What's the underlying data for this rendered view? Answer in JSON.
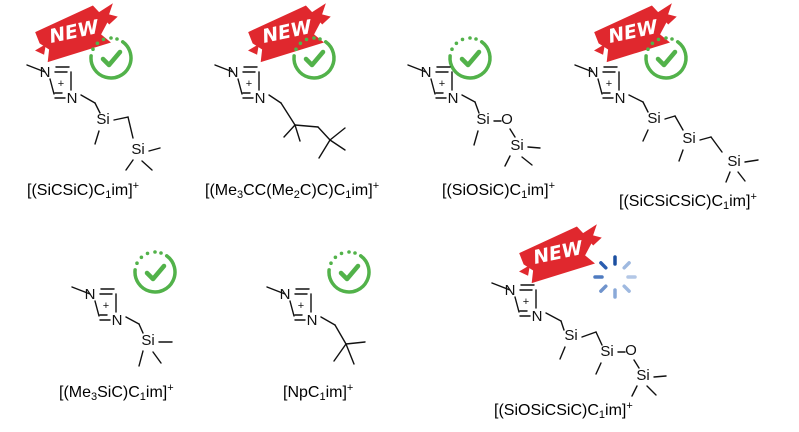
{
  "colors": {
    "new_banner": "#e0282e",
    "check_green": "#52b24a",
    "loading_blue": "#2a5db0",
    "bond": "#111111"
  },
  "text": {
    "new_badge": "NEW",
    "charge": "+",
    "methyl_label": "N",
    "si": "Si",
    "o": "O"
  },
  "compounds": [
    {
      "id": "SiCSiC",
      "is_new": true,
      "status": "check-icon",
      "label": {
        "pre": "[(SiCSiC)C",
        "sub": "1",
        "post": "im]",
        "sup": "+"
      }
    },
    {
      "id": "Me3CCMe2CC",
      "is_new": true,
      "status": "check-icon",
      "label": {
        "pre": "[(Me",
        "sub1": "3",
        "mid1": "CC(Me",
        "sub2": "2",
        "mid2": "C)C)C",
        "sub3": "1",
        "post": "im]",
        "sup": "+"
      }
    },
    {
      "id": "SiOSiC",
      "is_new": false,
      "status": "check-icon",
      "label": {
        "pre": "[(SiOSiC)C",
        "sub": "1",
        "post": "im]",
        "sup": "+"
      }
    },
    {
      "id": "SiCSiCSiC",
      "is_new": true,
      "status": "check-icon",
      "label": {
        "pre": "[(SiCSiCSiC)C",
        "sub": "1",
        "post": "im]",
        "sup": "+"
      }
    },
    {
      "id": "Me3SiC",
      "is_new": false,
      "status": "check-icon",
      "label": {
        "pre": "[(Me",
        "sub1": "3",
        "mid1": "SiC)C",
        "sub2": "1",
        "post": "im]",
        "sup": "+"
      }
    },
    {
      "id": "NpC",
      "is_new": false,
      "status": "check-icon",
      "label": {
        "pre": "[NpC",
        "sub": "1",
        "post": "im]",
        "sup": "+"
      }
    },
    {
      "id": "SiOSiCSiC",
      "is_new": true,
      "status": "loading-spinner-icon",
      "label": {
        "pre": "[(SiOSiCSiC)C",
        "sub": "1",
        "post": "im]",
        "sup": "+"
      }
    }
  ]
}
